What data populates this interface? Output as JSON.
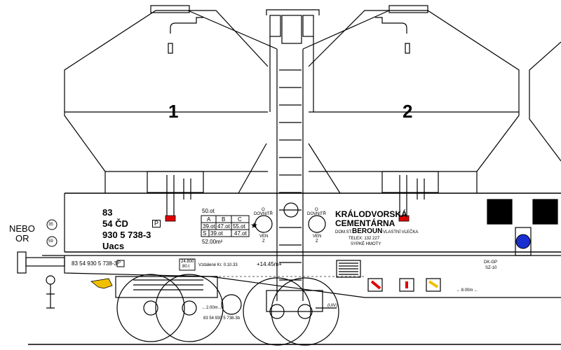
{
  "silo_numbers": [
    "1",
    "2"
  ],
  "side_note": {
    "line1": "NEBO",
    "line2": "OR",
    "badge1": "35",
    "badge2": "59"
  },
  "wagon_id": {
    "l1": "83",
    "l2": "54 ČD",
    "l3": "930 5 738-3",
    "p_mark": "P",
    "l4": "Uacs"
  },
  "load_table": {
    "top": "50.ot",
    "headers": [
      "A",
      "B",
      "C"
    ],
    "row1": [
      "39.ot",
      "47.ot",
      "55.ot"
    ],
    "row2_label": "S",
    "row2": [
      "39.ot",
      "47.ot"
    ],
    "star": "★",
    "bottom": "52.00m²"
  },
  "valves": [
    {
      "top": "O",
      "mid": "DOVNITŘ",
      "bottom": "VEN",
      "arrow": "Z"
    },
    {
      "top": "O",
      "mid": "DOVNITŘ",
      "bottom": "VEN",
      "arrow": "Z"
    }
  ],
  "owner": {
    "l1": "KRÁLODVORSKÁ",
    "l2": "CEMENTÁRNA",
    "dom": "DOM.ST.",
    "city": "BEROUN",
    "vlastni": "VLASTNÍ VLEČKA",
    "telex": "TELEX: 132 227",
    "goods": "SYPKÉ HMOTY"
  },
  "frame": {
    "number": "83 54 930 5 738-3",
    "p_mark": "P",
    "weight_a": "24.800",
    "weight_b": "80.t",
    "revision": "Vzdálené Kr. 0.10.33",
    "length": "+14.45m+",
    "dkgp": "DK-GP",
    "sz": "SZ-10",
    "dist_right": "→ 8.00m ←",
    "dist_left": "←2.00m→",
    "bogie_number": "83 54 930 5 738-3b",
    "uiv": "(UIV)"
  },
  "colors": {
    "valve_red": "#e00000",
    "signal_blue": "#1a2fd0",
    "hook_yellow": "#f0c000",
    "line": "#000000"
  }
}
